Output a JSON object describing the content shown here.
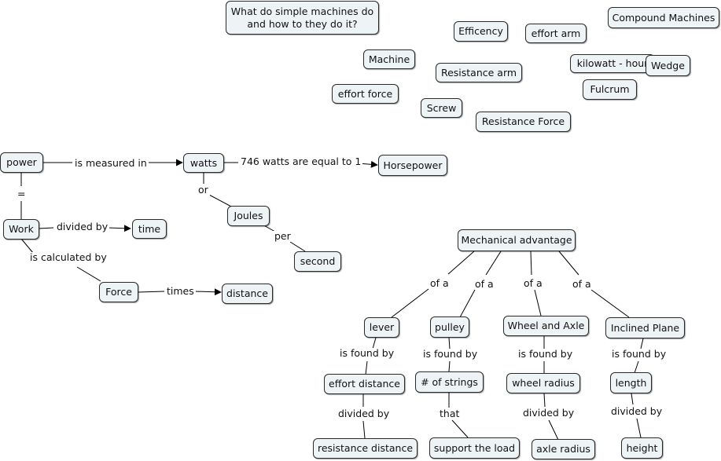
{
  "concepts": {
    "question": "What do simple machines do and how to they do it?",
    "efficency": "Efficency",
    "effort_arm": "effort arm",
    "compound_machines": "Compound Machines",
    "machine": "Machine",
    "kilowatt_hour": "kilowatt - hour",
    "wedge": "Wedge",
    "resistance_arm": "Resistance arm",
    "effort_force": "effort force",
    "fulcrum": "Fulcrum",
    "screw": "Screw",
    "resistance_force": "Resistance Force",
    "power": "power",
    "watts": "watts",
    "horsepower": "Horsepower",
    "joules": "Joules",
    "work": "Work",
    "time": "time",
    "second": "second",
    "force": "Force",
    "distance": "distance",
    "mechanical_advantage": "Mechanical advantage",
    "lever": "lever",
    "pulley": "pulley",
    "wheel_and_axle": "Wheel and Axle",
    "inclined_plane": "Inclined Plane",
    "effort_distance": "effort distance",
    "num_strings": "# of strings",
    "wheel_radius": "wheel radius",
    "length": "length",
    "resistance_distance": "resistance distance",
    "support_the_load": "support the load",
    "axle_radius": "axle radius",
    "height": "height"
  },
  "linking_phrases": {
    "is_measured_in": "is measured in",
    "equals_746": "746 watts are equal to 1",
    "equals_sign": "=",
    "or": "or",
    "per": "per",
    "divided_by_work": "divided by",
    "is_calculated_by": "is calculated by",
    "times": "times",
    "of_a_1": "of a",
    "of_a_2": "of a",
    "of_a_3": "of a",
    "of_a_4": "of a",
    "is_found_by_1": "is found by",
    "is_found_by_2": "is found by",
    "is_found_by_3": "is found by",
    "is_found_by_4": "is found by",
    "divided_by_1": "divided by",
    "that": "that",
    "divided_by_3": "divided by",
    "divided_by_4": "divided by"
  },
  "colors": {
    "node_fill": "#eef3f6",
    "node_border": "#2a2a2a",
    "line": "#000000"
  }
}
